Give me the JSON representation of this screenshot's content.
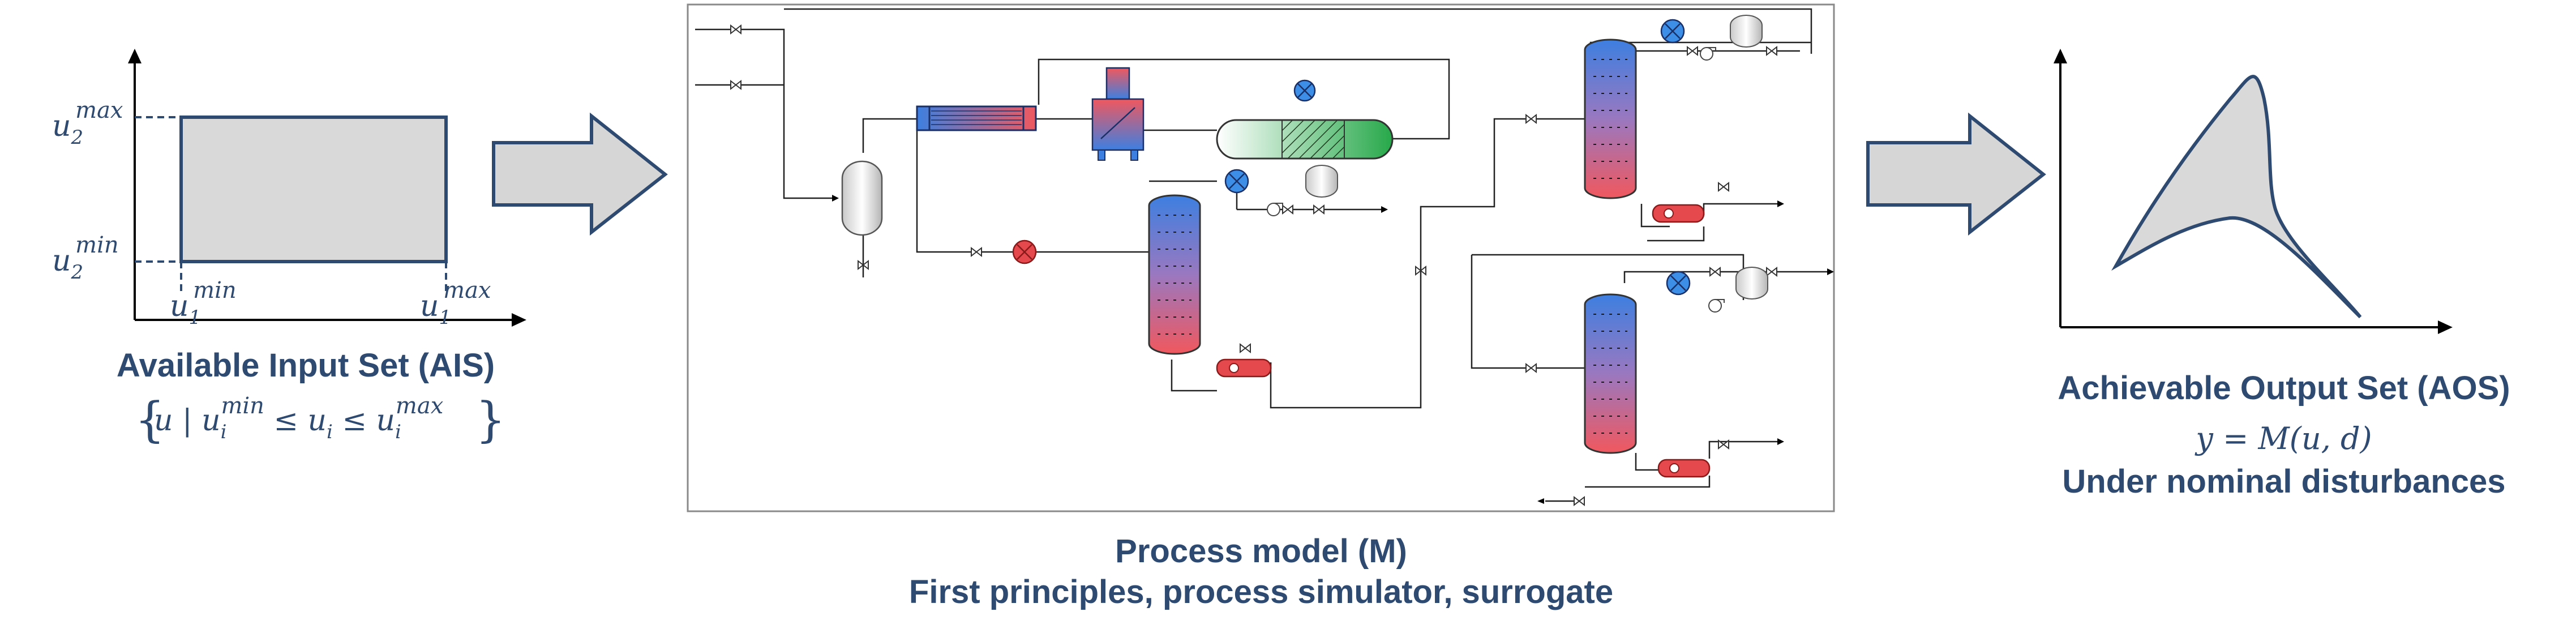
{
  "ais": {
    "title": "Available Input Set (AIS)",
    "u2max": "u",
    "u2max_sub": "2",
    "u2max_sup": "max",
    "u2min": "u",
    "u2min_sub": "2",
    "u2min_sup": "min",
    "u1min": "u",
    "u1min_sub": "1",
    "u1min_sup": "min",
    "u1max": "u",
    "u1max_sub": "1",
    "u1max_sup": "max",
    "set_text": "u | u",
    "set_sub_i": "i",
    "set_sup_min": "min",
    "set_le": " ≤ u",
    "set_le2": " ≤ u",
    "set_sup_max": "max"
  },
  "model": {
    "title": "Process model (M)",
    "subtitle": "First principles, process simulator, surrogate"
  },
  "aos": {
    "title": "Achievable Output Set (AOS)",
    "equation": "y = M(u, d)",
    "note": "Under nominal disturbances"
  },
  "colors": {
    "text": "#2f4a70",
    "arrow_fill": "#d6d6d6",
    "arrow_stroke": "#2f4a70",
    "region_fill": "#d9d9d9",
    "column_top": "#3d7fe0",
    "column_bottom": "#f0585e",
    "reactor_green": "#27a84a",
    "heater_red": "#e5484d",
    "cooler_blue": "#3d8ee6"
  }
}
